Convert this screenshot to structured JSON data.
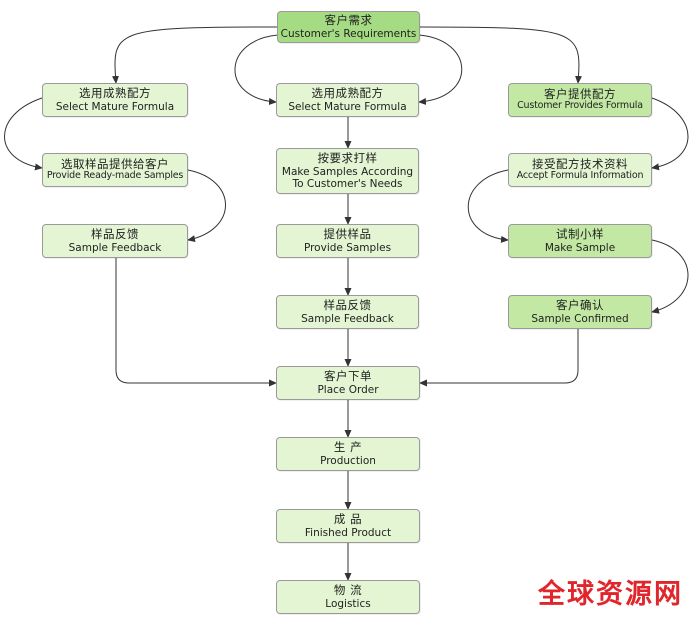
{
  "nodes": {
    "customer_requirements": {
      "zh": "客户需求",
      "en": "Customer's Requirements"
    },
    "select_formula_left": {
      "zh": "选用成熟配方",
      "en": "Select Mature Formula"
    },
    "select_formula_center": {
      "zh": "选用成熟配方",
      "en": "Select Mature Formula"
    },
    "customer_provides_formula": {
      "zh": "客户提供配方",
      "en": "Customer Provides Formula"
    },
    "provide_ready_samples": {
      "zh": "选取样品提供给客户",
      "en": "Provide Ready-made Samples"
    },
    "make_samples_according": {
      "zh": "按要求打样",
      "en1": "Make Samples According",
      "en2": "To Customer's Needs"
    },
    "accept_formula_information": {
      "zh": "接受配方技术资料",
      "en": "Accept Formula Information"
    },
    "sample_feedback_left": {
      "zh": "样品反馈",
      "en": "Sample Feedback"
    },
    "provide_samples": {
      "zh": "提供样品",
      "en": "Provide Samples"
    },
    "make_sample": {
      "zh": "试制小样",
      "en": "Make Sample"
    },
    "sample_feedback_center": {
      "zh": "样品反馈",
      "en": "Sample Feedback"
    },
    "sample_confirmed": {
      "zh": "客户确认",
      "en": "Sample Confirmed"
    },
    "place_order": {
      "zh": "客户下单",
      "en": "Place Order"
    },
    "production": {
      "zh": "生 产",
      "en": "Production"
    },
    "finished_product": {
      "zh": "成 品",
      "en": "Finished Product"
    },
    "logistics": {
      "zh": "物 流",
      "en": "Logistics"
    }
  },
  "watermark": "全球资源网",
  "colors": {
    "node_light": "#e3f5d3",
    "node_mid": "#c2e8a4",
    "node_top": "#a5dc83",
    "border": "#9a9a9a",
    "line": "#333333",
    "watermark": "#e0262a"
  }
}
